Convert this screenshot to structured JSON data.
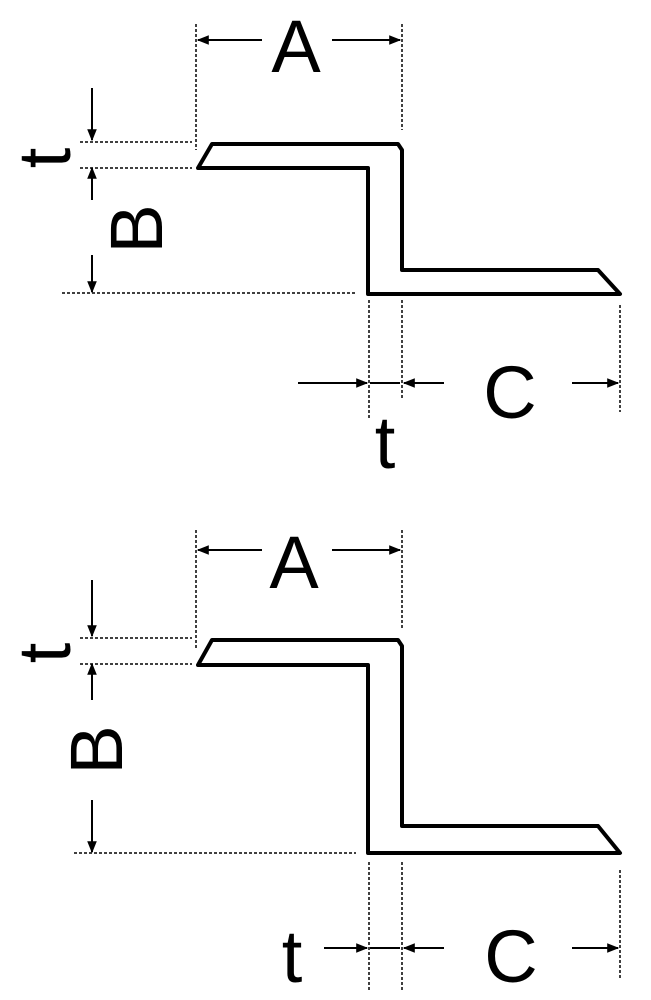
{
  "diagrams": [
    {
      "id": "top",
      "labels": {
        "A": "A",
        "B": "B",
        "C": "C",
        "t_left": "t",
        "t_bottom": "t"
      }
    },
    {
      "id": "bottom",
      "labels": {
        "A": "A",
        "B": "B",
        "C": "C",
        "t_left": "t",
        "t_bottom": "t"
      }
    }
  ],
  "colors": {
    "line": "#000000",
    "background": "#ffffff"
  }
}
